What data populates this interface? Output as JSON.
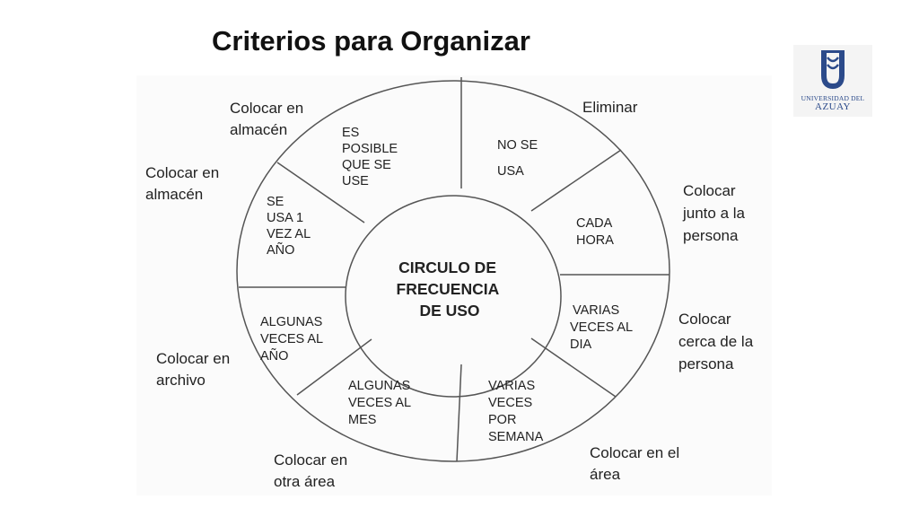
{
  "slide": {
    "title": "Criterios para Organizar"
  },
  "logo": {
    "line1": "UNIVERSIDAD DEL",
    "line2": "AZUAY",
    "color": "#2b4a8a"
  },
  "diagram": {
    "center": [
      "CIRCULO DE",
      "FRECUENCIA",
      "DE USO"
    ],
    "segments": [
      {
        "inner": [
          "NO SE",
          "USA"
        ],
        "outer": [
          "Eliminar"
        ]
      },
      {
        "inner": [
          "CADA",
          "HORA"
        ],
        "outer": [
          "Colocar",
          "junto a la",
          "persona"
        ]
      },
      {
        "inner": [
          "VARIAS",
          "VECES AL",
          "DIA"
        ],
        "outer": [
          "Colocar",
          "cerca de la",
          "persona"
        ]
      },
      {
        "inner": [
          "VARIAS",
          "VECES",
          "POR",
          "SEMANA"
        ],
        "outer": [
          "Colocar en el",
          "área"
        ]
      },
      {
        "inner": [
          "ALGUNAS",
          "VECES AL",
          "MES"
        ],
        "outer": [
          "Colocar en",
          "otra área"
        ]
      },
      {
        "inner": [
          "ALGUNAS",
          "VECES AL",
          "AÑO"
        ],
        "outer": [
          "Colocar en",
          "archivo"
        ]
      },
      {
        "inner": [
          "SE",
          "USA 1",
          "VEZ AL",
          "AÑO"
        ],
        "outer": [
          "Colocar en",
          "almacén"
        ]
      },
      {
        "inner": [
          "ES",
          "POSIBLE",
          "QUE SE",
          "USE"
        ],
        "outer": [
          "Colocar en",
          "almacén"
        ]
      }
    ]
  }
}
